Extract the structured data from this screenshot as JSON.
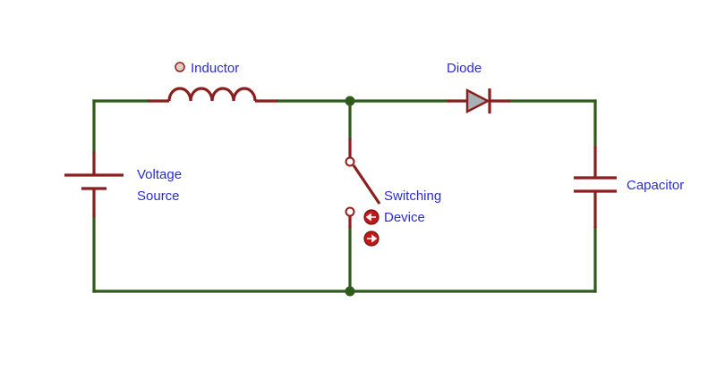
{
  "diagram": {
    "labels": {
      "inductor": "Inductor",
      "diode": "Diode",
      "voltage_source_line1": "Voltage",
      "voltage_source_line2": "Source",
      "switching_line1": "Switching",
      "switching_line2": "Device",
      "capacitor": "Capacitor"
    },
    "colors": {
      "wire": "#2f5a1c",
      "component": "#8a1f1f",
      "label": "#2b2bd6",
      "diode_fill": "#a9b0b6"
    }
  }
}
